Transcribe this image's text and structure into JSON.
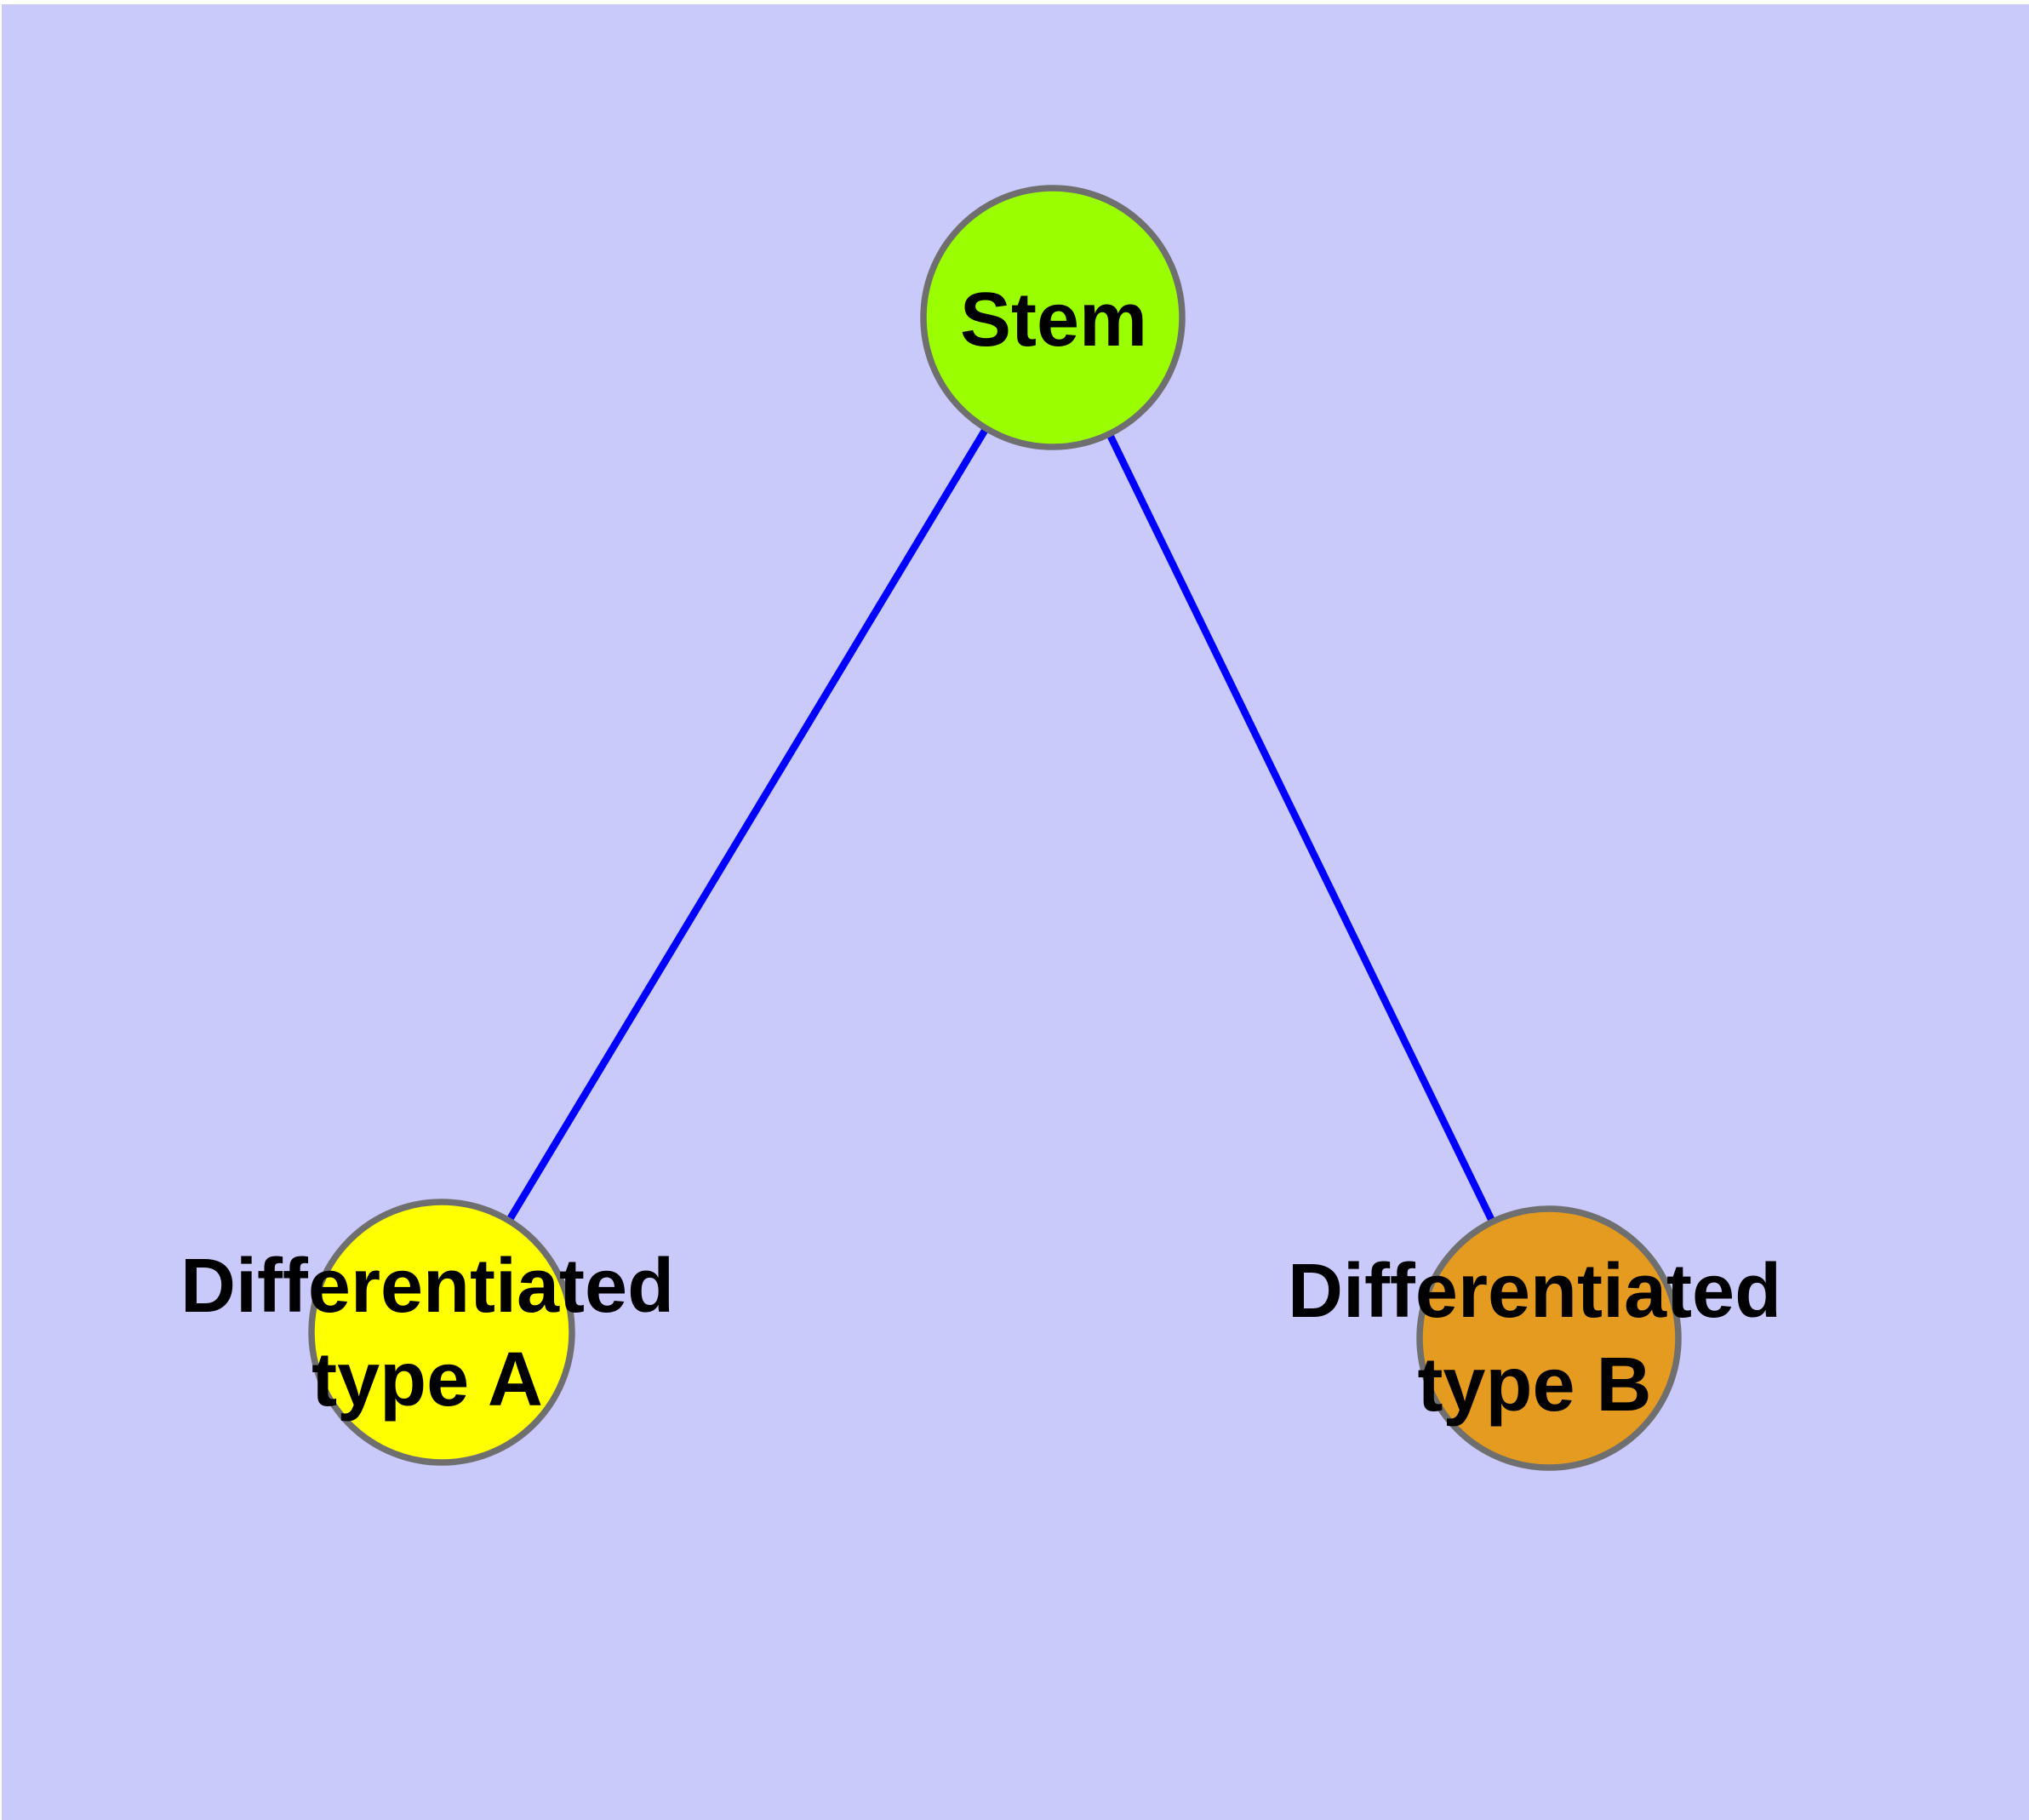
{
  "diagram": {
    "background_color": "#C9C9FA",
    "page_margin_color": "#FFFFFF",
    "edge_color": "#0000FF",
    "node_border_color": "#6F6F6F",
    "label_color": "#000000",
    "nodes": [
      {
        "id": "stem",
        "label": "Stem",
        "color": "#9AFE00"
      },
      {
        "id": "differentiated-type-a",
        "label": "Differentiated\ntype A",
        "color": "#FFFF00"
      },
      {
        "id": "differentiated-type-b",
        "label": "Differentiated\ntype B",
        "color": "#E59A20"
      }
    ],
    "edges": [
      {
        "from": "Stem",
        "to": "Differentiated type A"
      },
      {
        "from": "Stem",
        "to": "Differentiated type B"
      }
    ]
  }
}
